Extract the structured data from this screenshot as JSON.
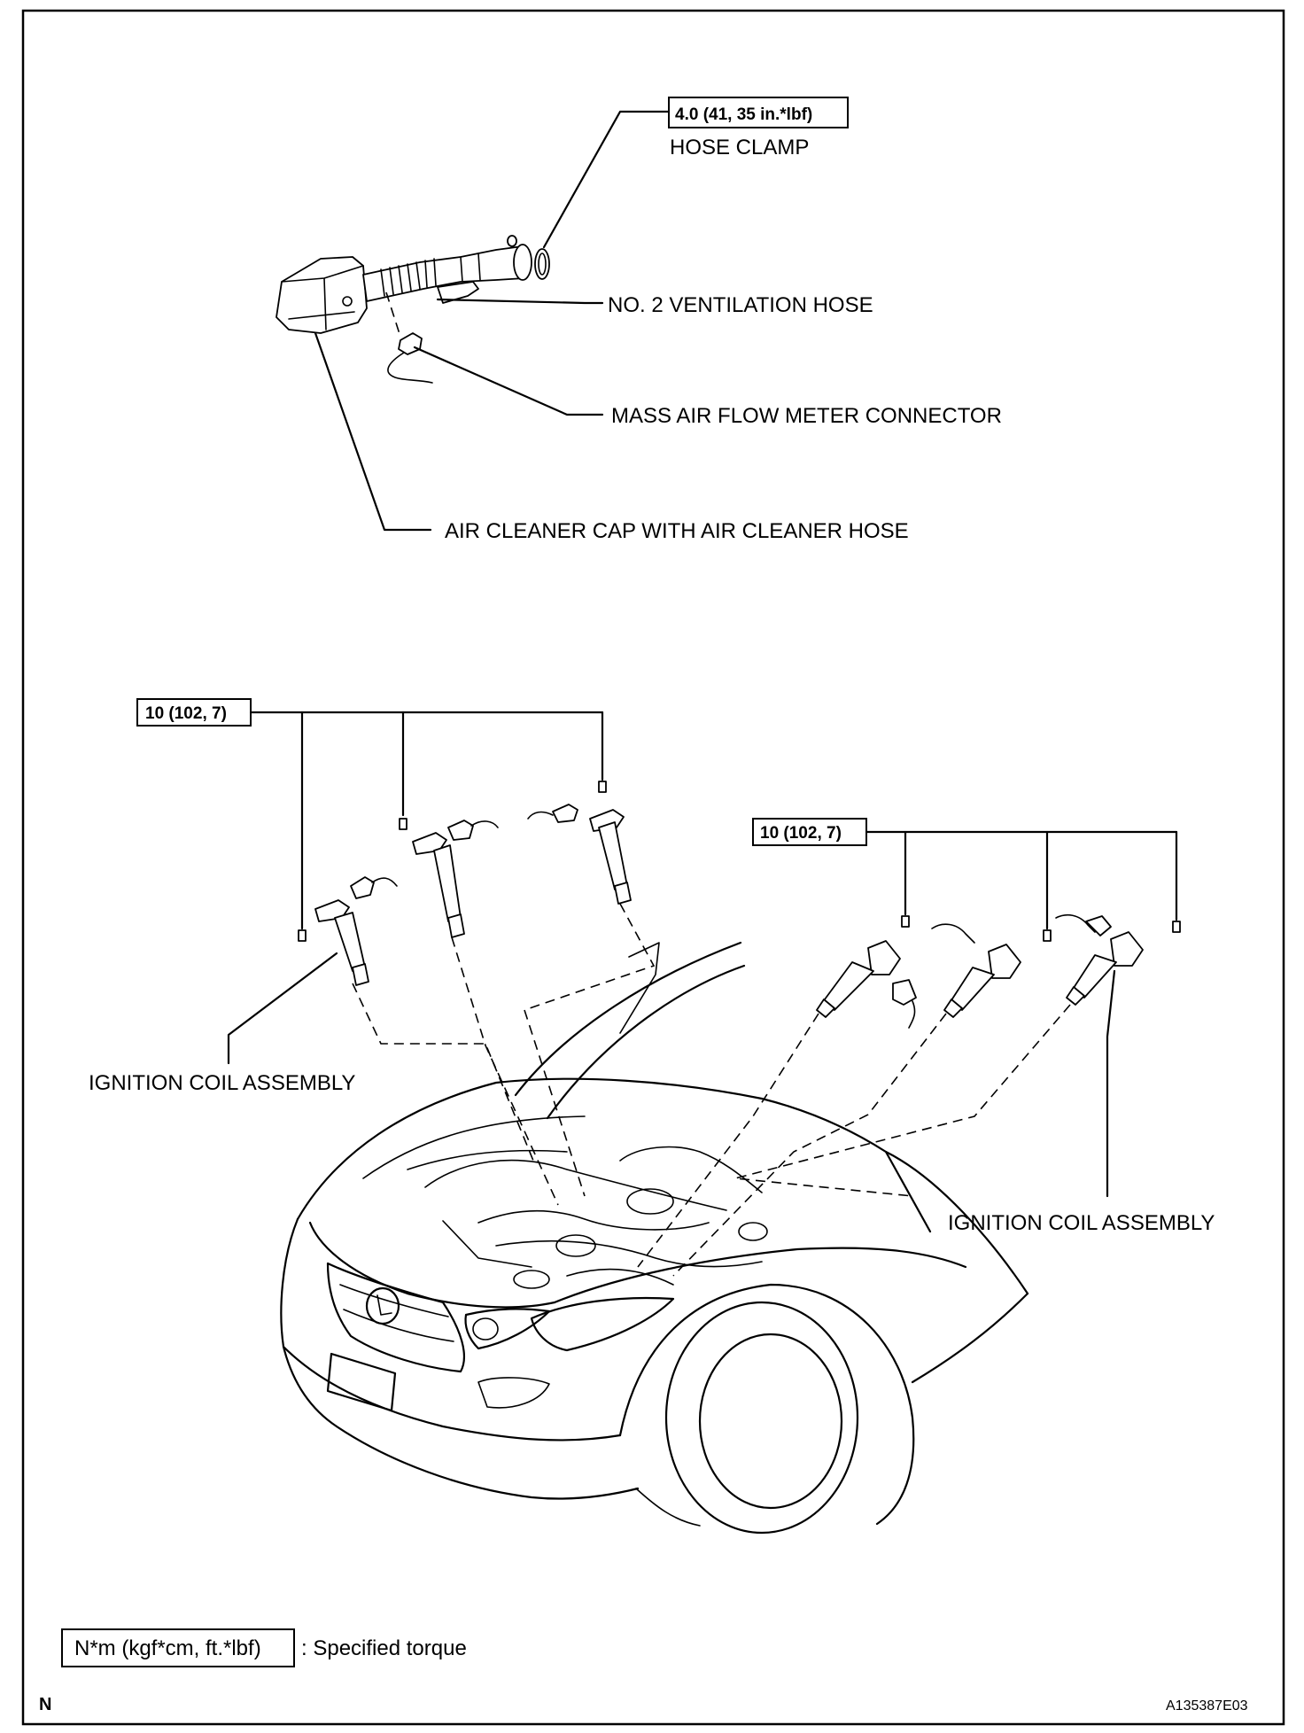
{
  "labels": {
    "hose_clamp_torque": "4.0 (41, 35 in.*lbf)",
    "hose_clamp": "HOSE CLAMP",
    "ventilation_hose": "NO. 2 VENTILATION HOSE",
    "maf_connector": "MASS AIR FLOW METER CONNECTOR",
    "air_cleaner_cap": "AIR CLEANER CAP WITH AIR CLEANER HOSE",
    "coil_torque_left": "10 (102, 7)",
    "coil_torque_right": "10 (102, 7)",
    "ignition_coil_left": "IGNITION COIL ASSEMBLY",
    "ignition_coil_right": "IGNITION COIL ASSEMBLY"
  },
  "legend": {
    "unit_box": "N*m (kgf*cm, ft.*lbf)",
    "description": ": Specified torque"
  },
  "footer": {
    "corner_mark": "N",
    "figure_code": "A135387E03"
  }
}
